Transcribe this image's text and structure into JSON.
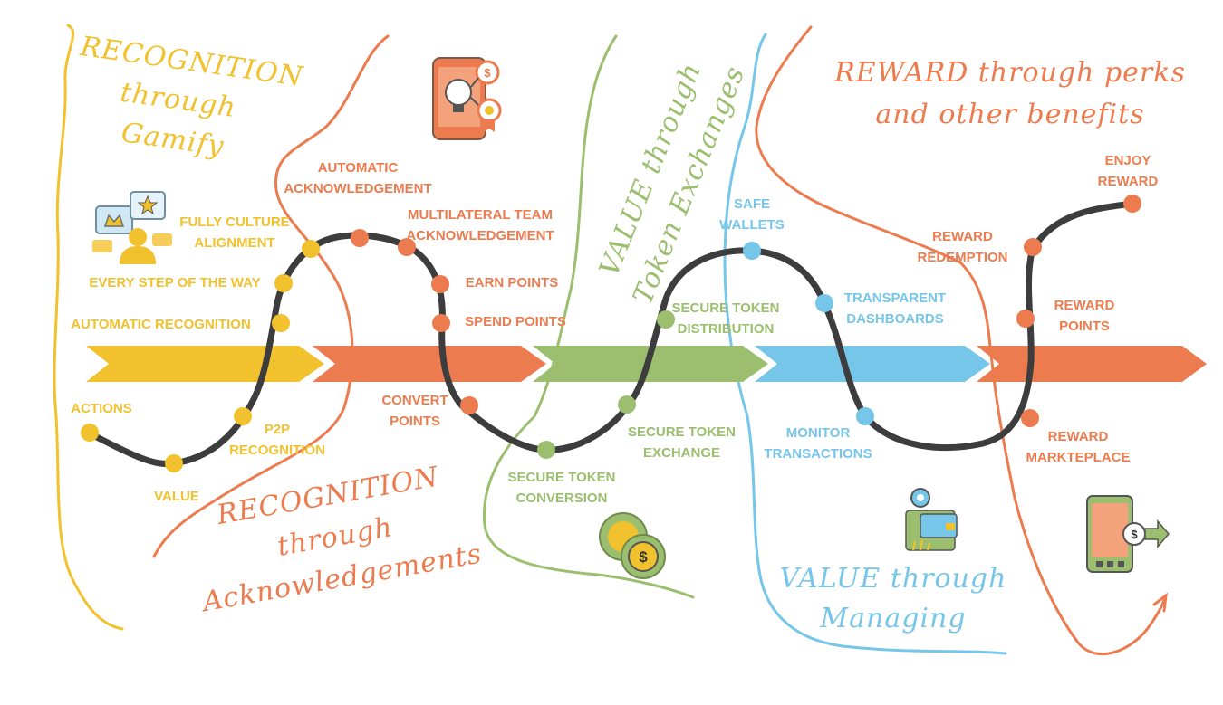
{
  "colors": {
    "yellow": "#f2c12e",
    "orange": "#ec7c4f",
    "green": "#9bbf6e",
    "blue": "#76c6ea",
    "track": "#3d3d3d"
  },
  "phases": [
    {
      "key": "recognition_gamify",
      "heading": "RECOGNITION\nthrough\nGamify"
    },
    {
      "key": "recognition_ack",
      "heading": "RECOGNITION\nthrough\nAcknowledgements"
    },
    {
      "key": "value_exchanges",
      "heading": "VALUE through\nToken Exchanges"
    },
    {
      "key": "value_managing",
      "heading": "VALUE through\nManaging"
    },
    {
      "key": "reward_perks",
      "heading": "REWARD through perks\nand other benefits"
    }
  ],
  "steps": {
    "actions": "ACTIONS",
    "value": "VALUE",
    "p2p": "P2P\nRECOGNITION",
    "auto_recognition": "AUTOMATIC RECOGNITION",
    "every_step": "EVERY STEP OF THE WAY",
    "culture": "FULLY CULTURE\nALIGNMENT",
    "auto_ack": "AUTOMATIC\nACKNOWLEDGEMENT",
    "multilateral": "MULTILATERAL TEAM\nACKNOWLEDGEMENT",
    "earn": "EARN POINTS",
    "spend": "SPEND POINTS",
    "convert": "CONVERT\nPOINTS",
    "token_conversion": "SECURE TOKEN\nCONVERSION",
    "token_exchange": "SECURE TOKEN\nEXCHANGE",
    "token_distribution": "SECURE TOKEN\nDISTRIBUTION",
    "wallets": "SAFE\nWALLETS",
    "dashboards": "TRANSPARENT\nDASHBOARDS",
    "monitor": "MONITOR\nTRANSACTIONS",
    "marketplace": "REWARD\nMARKTEPLACE",
    "reward_points": "REWARD\nPOINTS",
    "redemption": "REWARD\nREDEMPTION",
    "enjoy": "ENJOY\nREWARD"
  },
  "icons": [
    "recognition-people-icon",
    "phone-lightbulb-icon",
    "coins-icon",
    "wallet-card-icon",
    "phone-transfer-icon"
  ]
}
